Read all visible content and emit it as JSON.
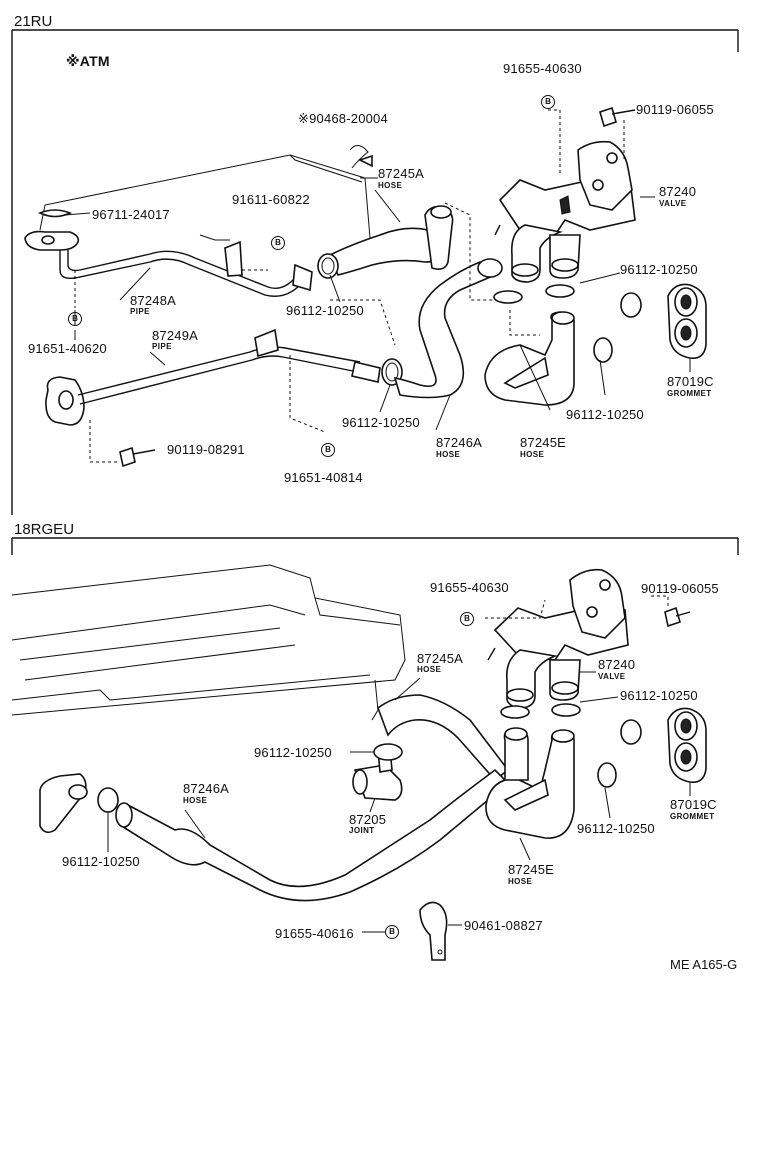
{
  "sections": [
    {
      "id": "top",
      "title": "21RU",
      "atm_label": "※ATM",
      "labels": [
        {
          "id": "p90468",
          "text": "※90468-20004"
        },
        {
          "id": "p87245A",
          "text": "87245A",
          "sub": "HOSE"
        },
        {
          "id": "p91655",
          "text": "91655-40630"
        },
        {
          "id": "p90119a",
          "text": "90119-06055"
        },
        {
          "id": "p87240",
          "text": "87240",
          "sub": "VALVE"
        },
        {
          "id": "p96711",
          "text": "96711-24017"
        },
        {
          "id": "p91611",
          "text": "91611-60822"
        },
        {
          "id": "p87248A",
          "text": "87248A",
          "sub": "PIPE"
        },
        {
          "id": "p96112a",
          "text": "96112-10250"
        },
        {
          "id": "p96112b",
          "text": "96112-10250"
        },
        {
          "id": "p91651a",
          "text": "91651-40620"
        },
        {
          "id": "p87249A",
          "text": "87249A",
          "sub": "PIPE"
        },
        {
          "id": "p96112c",
          "text": "96112-10250"
        },
        {
          "id": "p87019C",
          "text": "87019C",
          "sub": "GROMMET"
        },
        {
          "id": "p96112d",
          "text": "96112-10250"
        },
        {
          "id": "p87246A",
          "text": "87246A",
          "sub": "HOSE"
        },
        {
          "id": "p87245E",
          "text": "87245E",
          "sub": "HOSE"
        },
        {
          "id": "p90119b",
          "text": "90119-08291"
        },
        {
          "id": "p91651b",
          "text": "91651-40814"
        }
      ]
    },
    {
      "id": "bottom",
      "title": "18RGEU",
      "labels": [
        {
          "id": "q91655",
          "text": "91655-40630"
        },
        {
          "id": "q90119",
          "text": "90119-06055"
        },
        {
          "id": "q87245A",
          "text": "87245A",
          "sub": "HOSE"
        },
        {
          "id": "q87240",
          "text": "87240",
          "sub": "VALVE"
        },
        {
          "id": "q96112a",
          "text": "96112-10250"
        },
        {
          "id": "q96112b",
          "text": "96112-10250"
        },
        {
          "id": "q87205",
          "text": "87205",
          "sub": "JOINT"
        },
        {
          "id": "q87246A",
          "text": "87246A",
          "sub": "HOSE"
        },
        {
          "id": "q96112c",
          "text": "96112-10250"
        },
        {
          "id": "q87019C",
          "text": "87019C",
          "sub": "GROMMET"
        },
        {
          "id": "q96112d",
          "text": "96112-10250"
        },
        {
          "id": "q87245E",
          "text": "87245E",
          "sub": "HOSE"
        },
        {
          "id": "q91655b",
          "text": "91655-40616"
        },
        {
          "id": "q90461",
          "text": "90461-08827"
        }
      ]
    }
  ],
  "bolt_mark": "B",
  "reference_code": "ME A165-G"
}
